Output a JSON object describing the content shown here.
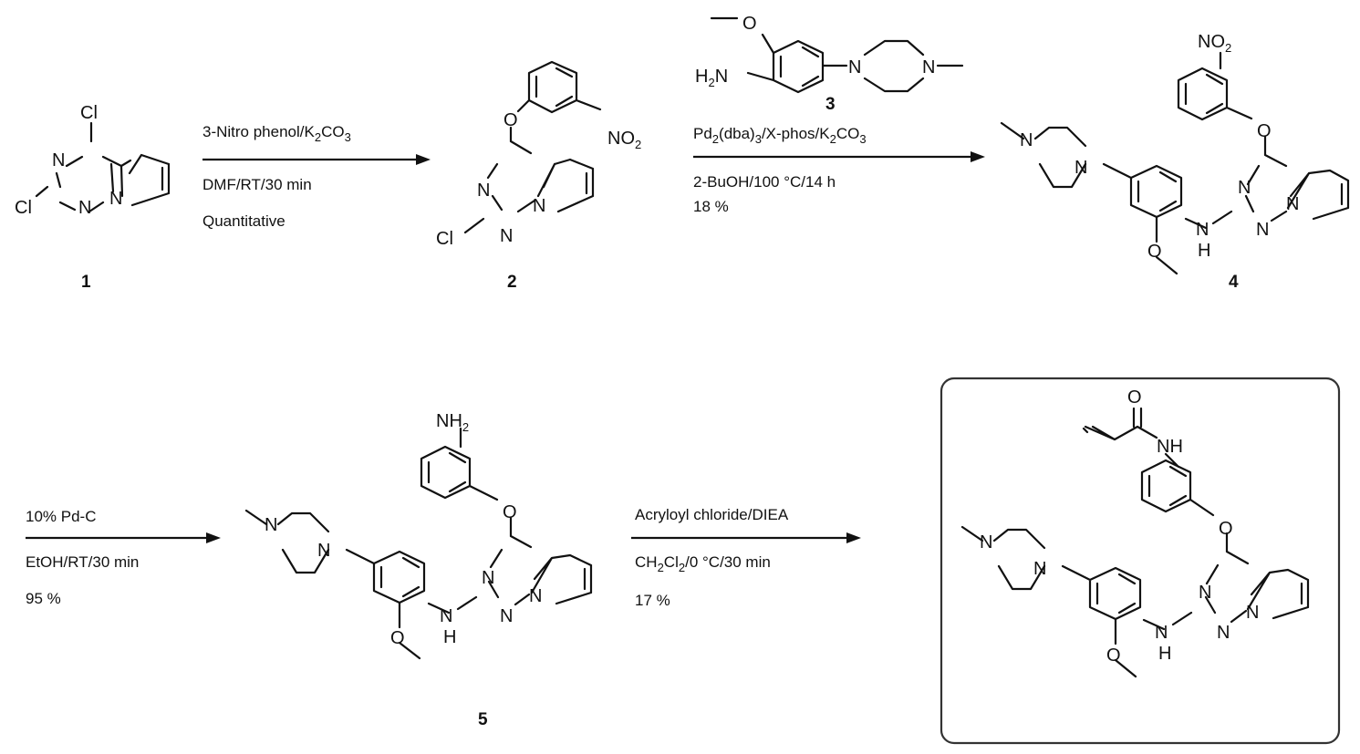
{
  "labels": {
    "c1": "1",
    "c2": "2",
    "c3": "3",
    "c4": "4",
    "c5": "5"
  },
  "atoms": {
    "cl": "Cl",
    "n": "N",
    "o": "O",
    "h": "H",
    "nh": "NH",
    "no2": "NO",
    "no2_sub": "2",
    "h2n": "H",
    "h2n_sub": "2",
    "h2n_n": "N",
    "nh2": "NH",
    "nh2_sub": "2"
  },
  "step1": {
    "line1_pre": "3-Nitro phenol/K",
    "line1_sub1": "2",
    "line1_mid": "CO",
    "line1_sub2": "3",
    "line2": "DMF/RT/30 min",
    "line3": "Quantitative"
  },
  "step2": {
    "line1_a": "Pd",
    "line1_s1": "2",
    "line1_b": "(dba)",
    "line1_s2": "3",
    "line1_c": "/X-phos/K",
    "line1_s3": "2",
    "line1_d": "CO",
    "line1_s4": "3",
    "line2": "2-BuOH/100 °C/14 h",
    "line3": "18 %"
  },
  "step3": {
    "line1": "10% Pd-C",
    "line2": "EtOH/RT/30 min",
    "line3": "95 %"
  },
  "step4": {
    "line1": "Acryloyl chloride/DIEA",
    "line2_a": "CH",
    "line2_s1": "2",
    "line2_b": "Cl",
    "line2_s2": "2",
    "line2_c": "/0 °C/30 min",
    "line3": "17 %"
  }
}
